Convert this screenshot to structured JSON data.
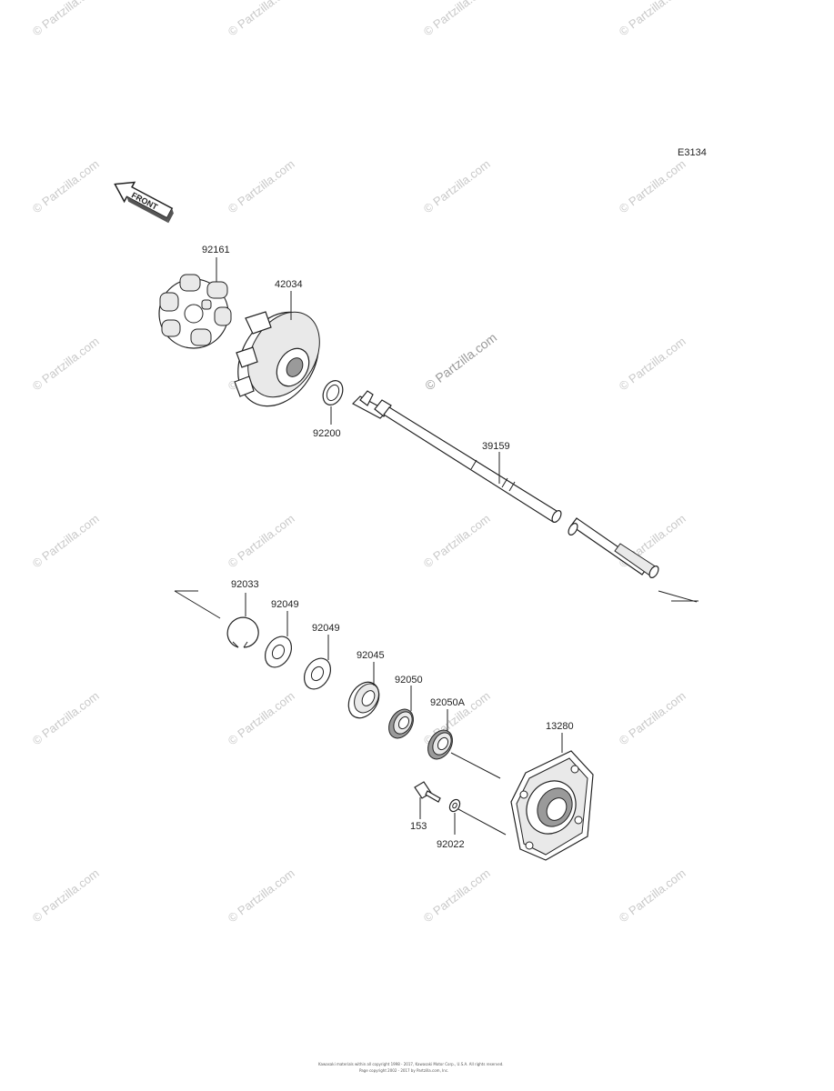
{
  "diagram": {
    "code": "E3134",
    "front_label": "FRONT",
    "center_watermark": "© Partzilla.com",
    "watermark_text": "© Partzilla.com",
    "footer_line1": "Kawasaki materials within all copyright 1998 - 2017, Kawasaki Motor Corp., U.S.A. All rights reserved.",
    "footer_line2": "Page copyright 2002 - 2017 by Partzilla.com, Inc."
  },
  "parts": [
    {
      "id": "92161"
    },
    {
      "id": "42034"
    },
    {
      "id": "92200"
    },
    {
      "id": "39159"
    },
    {
      "id": "92033"
    },
    {
      "id": "92049"
    },
    {
      "id": "92049"
    },
    {
      "id": "92045"
    },
    {
      "id": "92050"
    },
    {
      "id": "92050A"
    },
    {
      "id": "13280"
    },
    {
      "id": "153"
    },
    {
      "id": "92022"
    }
  ]
}
